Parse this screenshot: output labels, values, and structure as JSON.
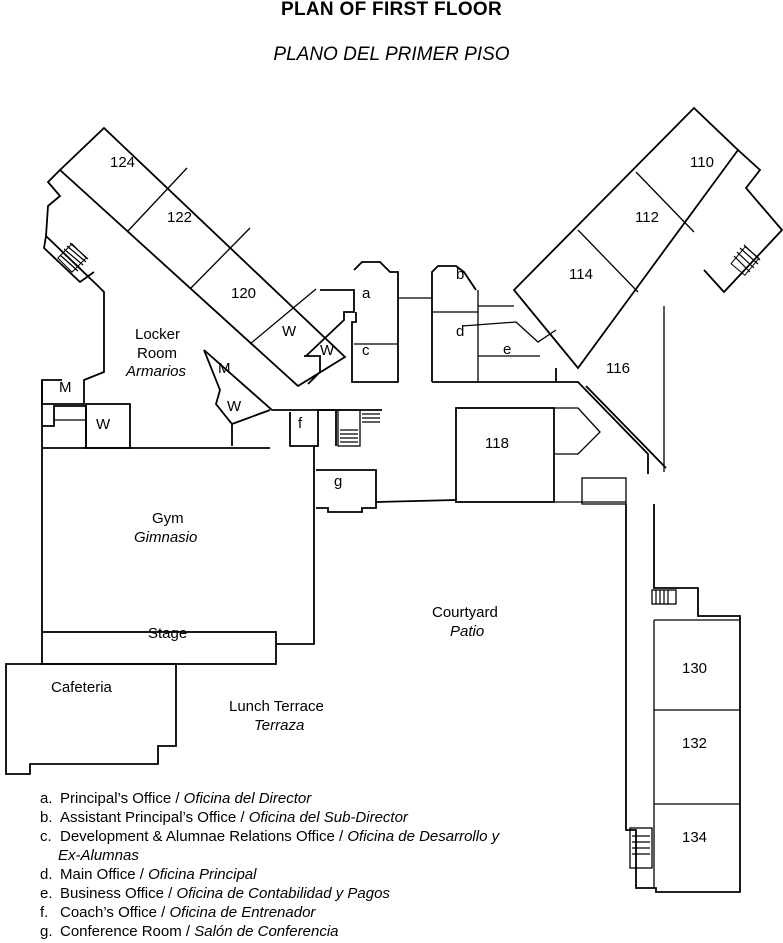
{
  "title": "PLAN  OF FIRST FLOOR",
  "subtitle": "PLANO DEL PRIMER PISO",
  "rooms": {
    "r124": "124",
    "r122": "122",
    "r120": "120",
    "r110": "110",
    "r112": "112",
    "r114": "114",
    "r116": "116",
    "r118": "118",
    "r130": "130",
    "r132": "132",
    "r134": "134",
    "a": "a",
    "b": "b",
    "c": "c",
    "d": "d",
    "e": "e",
    "f": "f",
    "g": "g",
    "w": "W",
    "m": "M"
  },
  "areas": {
    "locker_en": "Locker",
    "locker_en2": "Room",
    "locker_es": "Armarios",
    "gym_en": "Gym",
    "gym_es": "Gimnasio",
    "stage": "Stage",
    "cafeteria": "Cafeteria",
    "courtyard_en": "Courtyard",
    "courtyard_es": "Patio",
    "terrace_en": "Lunch Terrace",
    "terrace_es": "Terraza"
  },
  "legend": [
    {
      "key": "a.",
      "en": "Principal’s Office / ",
      "es": "Oficina del Director"
    },
    {
      "key": "b.",
      "en": "Assistant Principal’s Office / ",
      "es": "Oficina del Sub-Director"
    },
    {
      "key": "c.",
      "en": "Development & Alumnae Relations Office / ",
      "es": "Oficina de Desarrollo y",
      "es2": "Ex-Alumnas"
    },
    {
      "key": "d.",
      "en": "Main Office / ",
      "es": "Oficina Principal"
    },
    {
      "key": "e.",
      "en": "Business Office / ",
      "es": "Oficina de Contabilidad y Pagos"
    },
    {
      "key": "f.",
      "en": "Coach’s Office / ",
      "es": "Oficina de Entrenador"
    },
    {
      "key": "g.",
      "en": "Conference Room / ",
      "es": "Salón de Conferencia"
    }
  ]
}
